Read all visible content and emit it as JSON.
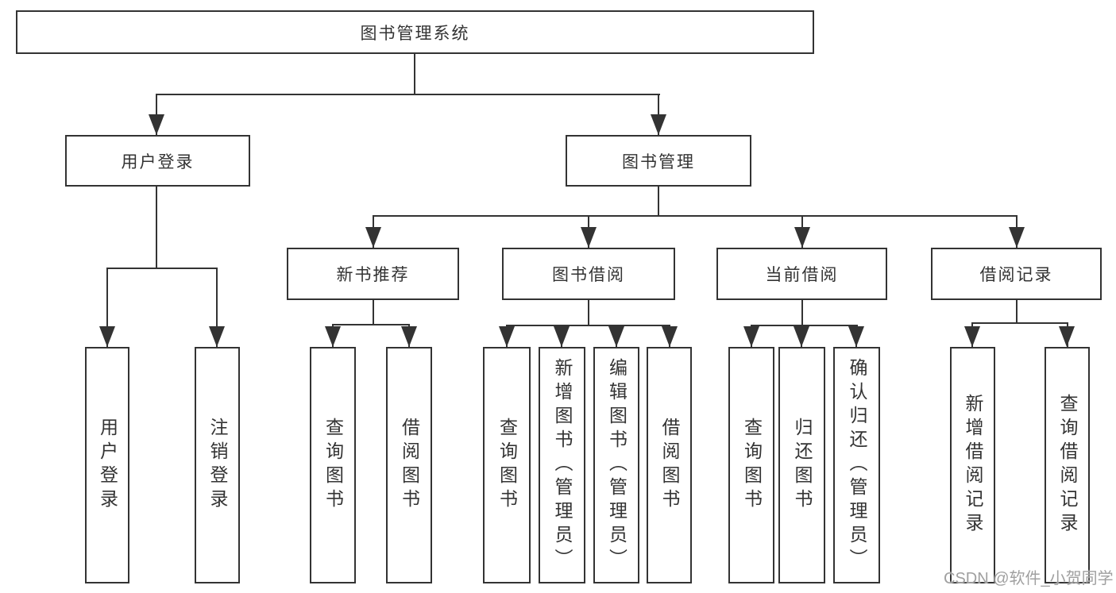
{
  "diagram": {
    "type": "hierarchy-tree",
    "colors": {
      "line": "#333333",
      "box_border": "#333333",
      "text": "#333333",
      "background": "#ffffff",
      "watermark": "#a0a0a0"
    },
    "tree": {
      "root": {
        "label": "图书管理系统",
        "children": [
          {
            "label": "用户登录",
            "children": [
              {
                "label": "用户登录"
              },
              {
                "label": "注销登录"
              }
            ]
          },
          {
            "label": "图书管理",
            "children": [
              {
                "label": "新书推荐",
                "children": [
                  {
                    "label": "查询图书"
                  },
                  {
                    "label": "借阅图书"
                  }
                ]
              },
              {
                "label": "图书借阅",
                "children": [
                  {
                    "label": "查询图书"
                  },
                  {
                    "label": "新增图书（管理员）"
                  },
                  {
                    "label": "编辑图书（管理员）"
                  },
                  {
                    "label": "借阅图书"
                  }
                ]
              },
              {
                "label": "当前借阅",
                "children": [
                  {
                    "label": "查询图书"
                  },
                  {
                    "label": "归还图书"
                  },
                  {
                    "label": "确认归还（管理员）"
                  }
                ]
              },
              {
                "label": "借阅记录",
                "children": [
                  {
                    "label": "新增借阅记录"
                  },
                  {
                    "label": "查询借阅记录"
                  }
                ]
              }
            ]
          }
        ]
      }
    },
    "watermark": {
      "text": "CSDN @软件_小贺同学"
    }
  }
}
